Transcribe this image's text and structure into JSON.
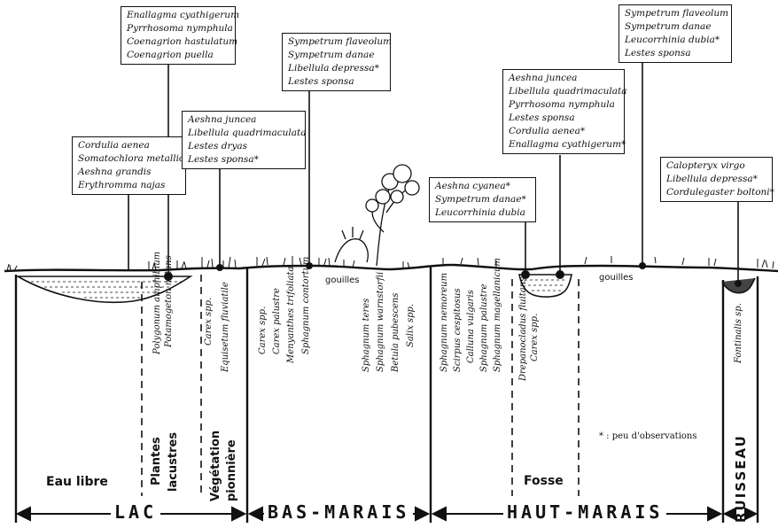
{
  "species_boxes": [
    {
      "id": "lac-edge",
      "lines": [
        "Cordulia aenea",
        "Somatochlora metallica",
        "Aeshna grandis",
        "Erythromma najas"
      ]
    },
    {
      "id": "lacustres",
      "lines": [
        "Enallagma cyathigerum",
        "Pyrrhosoma nymphula",
        "Coenagrion hastulatum",
        "Coenagrion puella"
      ]
    },
    {
      "id": "pionniere",
      "lines": [
        "Aeshna juncea",
        "Libellula quadrimaculata",
        "Lestes dryas",
        "Lestes sponsa*"
      ]
    },
    {
      "id": "bas-marais",
      "lines": [
        "Sympetrum flaveolum",
        "Sympetrum danae",
        "Libellula depressa*",
        "Lestes sponsa"
      ]
    },
    {
      "id": "fosse",
      "lines": [
        "Aeshna cyanea*",
        "Sympetrum danae*",
        "Leucorrhinia dubia"
      ]
    },
    {
      "id": "haut-marais-1",
      "lines": [
        "Aeshna juncea",
        "Libellula quadrimaculata",
        "Pyrrhosoma nymphula",
        "Lestes sponsa",
        "Cordulia aenea*",
        "Enallagma cyathigerum*"
      ]
    },
    {
      "id": "haut-marais-2",
      "lines": [
        "Sympetrum flaveolum",
        "Sympetrum danae",
        "Leucorrhinia dubia*",
        "Lestes sponsa"
      ]
    },
    {
      "id": "ruisseau",
      "lines": [
        "Calopteryx virgo",
        "Libellula depressa*",
        "Cordulegaster boltoni*"
      ]
    }
  ],
  "plants": {
    "lacustres": [
      "Polygonum amphibium",
      "Potamogeton natans"
    ],
    "pionniere": [
      "Carex spp.",
      "Equisetum fluviatile"
    ],
    "bas_marais_1": [
      "Carex spp.",
      "Carex palustre",
      "Menyanthes trifoliata",
      "Sphagnum contortum"
    ],
    "bas_marais_2": [
      "Sphagnum teres",
      "Sphagnum warnstorfii",
      "Betula pubescens",
      "Salix spp."
    ],
    "haut_marais": [
      "Sphagnum nemoreum",
      "Scirpus cespitosus",
      "Calluna vulgaris",
      "Sphagnum palustre",
      "Sphagnum magellanicum"
    ],
    "fosse": [
      "Drepanocladus fluitans",
      "Carex spp."
    ],
    "ruisseau": [
      "Fontinalis sp."
    ]
  },
  "gouilles": [
    "gouilles",
    "gouilles"
  ],
  "zones": {
    "eau_libre": "Eau libre",
    "plantes": "Plantes",
    "lacustres": "lacustres",
    "vegetation": "Végétation",
    "pionniere": "pionnière",
    "fosse": "Fosse",
    "ruisseau": "RUISSEAU"
  },
  "regions": {
    "lac": "LAC",
    "bas_marais": "BAS-MARAIS",
    "haut_marais": "HAUT-MARAIS"
  },
  "note": "* : peu d'observations"
}
